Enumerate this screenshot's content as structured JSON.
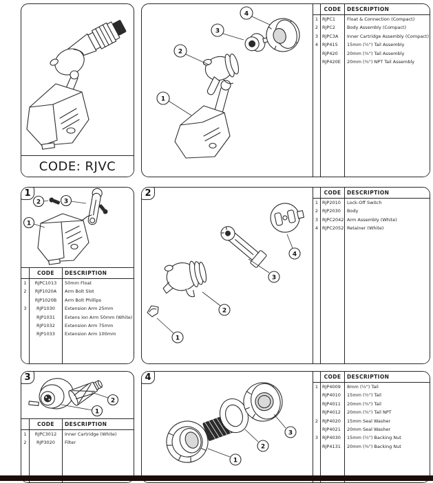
{
  "document": {
    "product_code_label": "CODE: RJVC"
  },
  "table_header": {
    "num": "",
    "code": "CODE",
    "description": "DESCRIPTION"
  },
  "colors": {
    "line": "#2b2b2b",
    "bottom_bar": "#1b0e08",
    "paper": "#ffffff"
  },
  "panels": {
    "exploded": {
      "callouts": [
        "1",
        "2",
        "3",
        "4"
      ],
      "table": {
        "rows": [
          {
            "num": "1",
            "code": "RJPC1",
            "description": "Float & Connection (Compact)"
          },
          {
            "num": "2",
            "code": "RJPC2",
            "description": "Body Assembly (Compact)"
          },
          {
            "num": "3",
            "code": "RJPC3A",
            "description": "Inner Cartridge Assembly (Compact)"
          },
          {
            "num": "4",
            "code": "RJP415",
            "description": "15mm (½\") Tail Assembly"
          },
          {
            "num": "",
            "code": "RJP420",
            "description": "20mm (¾\") Tail Assembly"
          },
          {
            "num": "",
            "code": "RJP420E",
            "description": "20mm (¾\") NPT Tail Assembly"
          }
        ]
      }
    },
    "float": {
      "label": "1",
      "callouts": [
        "1",
        "2",
        "3"
      ],
      "table": {
        "rows": [
          {
            "num": "1",
            "code": "RJPC1013",
            "description": "50mm Float"
          },
          {
            "num": "2",
            "code": "RJP1020A",
            "description": "Arm Bolt Slot"
          },
          {
            "num": "",
            "code": "RJP1020B",
            "description": "Arm Bolt Phillips"
          },
          {
            "num": "3",
            "code": "RJP1030",
            "description": "Extension Arm 25mm"
          },
          {
            "num": "",
            "code": "RJP1031",
            "description": "Extens ion Arm 50mm (White)"
          },
          {
            "num": "",
            "code": "RJP1032",
            "description": "Extension Arm 75mm"
          },
          {
            "num": "",
            "code": "RJP1033",
            "description": "Extension Arm 100mm"
          }
        ]
      }
    },
    "body": {
      "label": "2",
      "callouts": [
        "1",
        "2",
        "3",
        "4"
      ],
      "table": {
        "rows": [
          {
            "num": "1",
            "code": "RJP2010",
            "description": "Lock-Off Switch"
          },
          {
            "num": "2",
            "code": "RJP2030",
            "description": "Body"
          },
          {
            "num": "3",
            "code": "RJPC2042",
            "description": "Arm Assembly (White)"
          },
          {
            "num": "4",
            "code": "RJPC2052",
            "description": "Retainer (White)"
          }
        ]
      }
    },
    "cartridge": {
      "label": "3",
      "callouts": [
        "1",
        "2"
      ],
      "table": {
        "rows": [
          {
            "num": "1",
            "code": "RJPC3012",
            "description": "Inner Cartridge (White)"
          },
          {
            "num": "2",
            "code": "RJP3020",
            "description": "Filter"
          }
        ]
      }
    },
    "tail": {
      "label": "4",
      "callouts": [
        "1",
        "2",
        "3"
      ],
      "table": {
        "rows": [
          {
            "num": "1",
            "code": "RJP4009",
            "description": "8mm (¼\") Tail"
          },
          {
            "num": "",
            "code": "RJP4010",
            "description": "15mm (½\") Tail"
          },
          {
            "num": "",
            "code": "RJP4011",
            "description": "20mm (¾\") Tail"
          },
          {
            "num": "",
            "code": "RJP4012",
            "description": "20mm (¾\") Tail NPT"
          },
          {
            "num": "2",
            "code": "RJP4020",
            "description": "15mm Seal Washer"
          },
          {
            "num": "",
            "code": "RJP4021",
            "description": "20mm Seal Washer"
          },
          {
            "num": "3",
            "code": "RJP4030",
            "description": "15mm (½\") Backing Nut"
          },
          {
            "num": "",
            "code": "RJP4131",
            "description": "20mm (¾\") Backing Nut"
          }
        ]
      }
    }
  }
}
